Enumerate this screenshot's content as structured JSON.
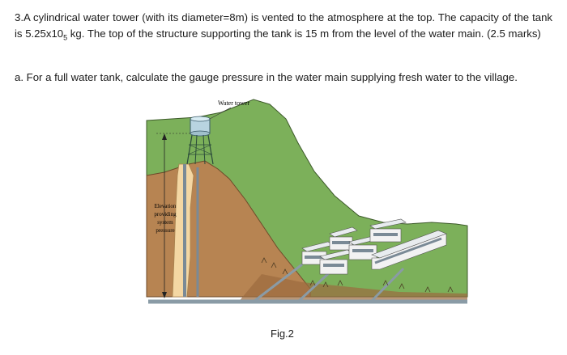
{
  "question": {
    "text": "3.A cylindrical water tower (with its diameter=8m) is vented to the atmosphere at the top. The capacity of the tank is 5.25x10",
    "exponent": "5",
    "text_after": " kg. The top of the structure supporting the tank is 15 m from the level of the water main. (2.5 marks)",
    "part_a": "a. For a full water tank, calculate the gauge pressure in the water main supplying fresh water to the village."
  },
  "figure": {
    "tower_label": "Water tower",
    "elevation_label_lines": [
      "Elevation",
      "providing",
      "system",
      "pressure"
    ],
    "caption": "Fig.2"
  }
}
